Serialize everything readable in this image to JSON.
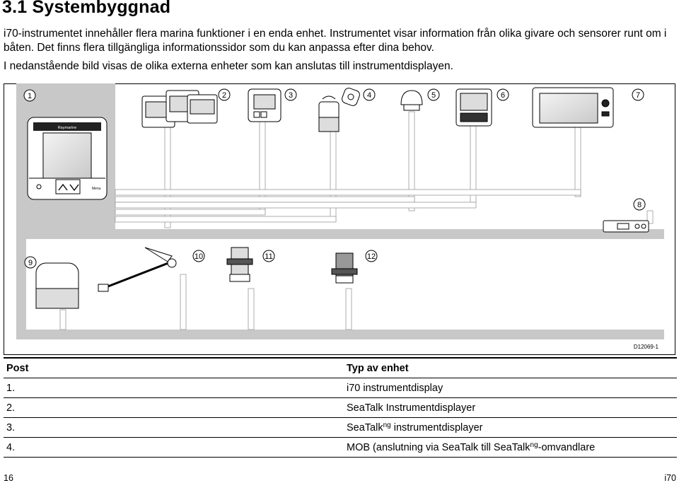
{
  "heading": "3.1 Systembyggnad",
  "intro_para": [
    "i70-instrumentet innehåller flera marina funktioner i en enda enhet. Instrumentet visar information från olika givare och sensorer runt om i",
    "båten. Det finns flera tillgängliga informationssidor som du kan anpassa efter dina behov."
  ],
  "diagram_para": "I nedanstående bild visas de olika externa enheter som kan anslutas till instrumentdisplayen.",
  "diagram": {
    "callouts": [
      "1",
      "2",
      "3",
      "4",
      "5",
      "6",
      "7",
      "8",
      "9",
      "10",
      "11",
      "12"
    ],
    "figure_id": "D12069-1",
    "brand": "Raymarine",
    "menu_label": "Menu"
  },
  "table": {
    "headers": [
      "Post",
      "Typ av enhet"
    ],
    "rows": [
      {
        "post": "1.",
        "typ": "i70 instrumentdisplay",
        "typ_sup": "",
        "typ_after": ""
      },
      {
        "post": "2.",
        "typ": "SeaTalk Instrumentdisplayer",
        "typ_sup": "",
        "typ_after": ""
      },
      {
        "post": "3.",
        "typ": "SeaTalk",
        "typ_sup": "ng",
        "typ_after": " instrumentdisplayer"
      },
      {
        "post": "4.",
        "typ": "MOB (anslutning via SeaTalk till SeaTalk",
        "typ_sup": "ng",
        "typ_after": "-omvandlare"
      }
    ]
  },
  "footer": {
    "page_number": "16",
    "product": "i70"
  }
}
